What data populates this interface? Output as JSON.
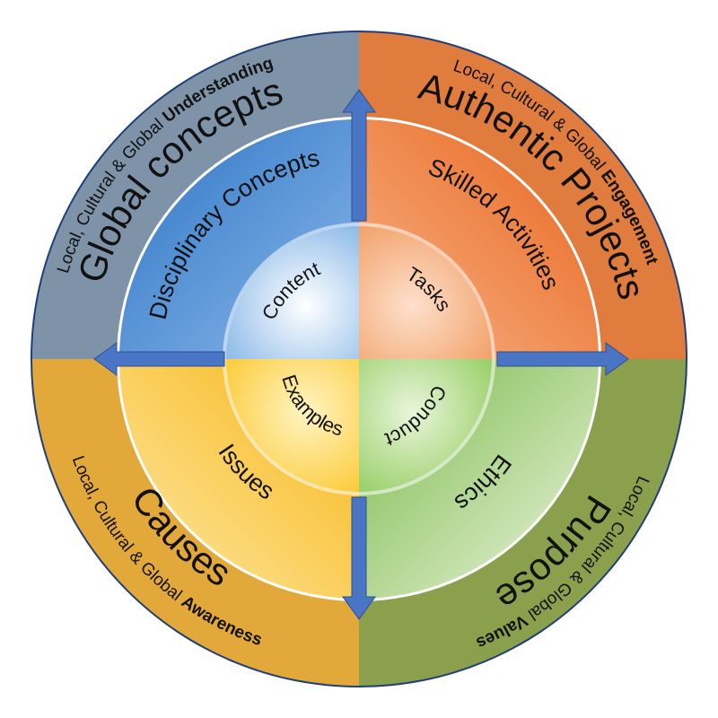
{
  "outer_captions": {
    "top_left": {
      "prefix": "Local, Cultural & Global ",
      "keyword": "Understanding"
    },
    "top_right": {
      "prefix": "Local, Cultural & Global ",
      "keyword": "Engagement"
    },
    "bottom_right": {
      "prefix": "Local, Cultural & Global ",
      "keyword": "Values"
    },
    "bottom_left": {
      "prefix": "Local, Cultural & Global ",
      "keyword": "Awareness"
    }
  },
  "quadrant_titles": {
    "top_left": "Global concepts",
    "top_right": "Authentic Projects",
    "bottom_right": "Purpose",
    "bottom_left": "Causes"
  },
  "middle_ring": {
    "top_left": "Disciplinary Concepts",
    "top_right": "Skilled Activities",
    "bottom_right": "Ethics",
    "bottom_left": "Issues"
  },
  "inner_circle": {
    "top_left": "Content",
    "top_right": "Tasks",
    "bottom_right": "Conduct",
    "bottom_left": "Examples"
  },
  "colors": {
    "outer_top_left": "#7f93a8",
    "outer_top_right": "#e07c3e",
    "outer_bottom_right": "#8ba04c",
    "outer_bottom_left": "#e2a93a",
    "mid_top_left": "#3f84cf",
    "mid_top_right": "#ee7a2e",
    "mid_bottom_right": "#84bd52",
    "mid_bottom_left": "#f9bd18",
    "arrow": "#4a74c4",
    "ring_border": "#1f3f78"
  }
}
